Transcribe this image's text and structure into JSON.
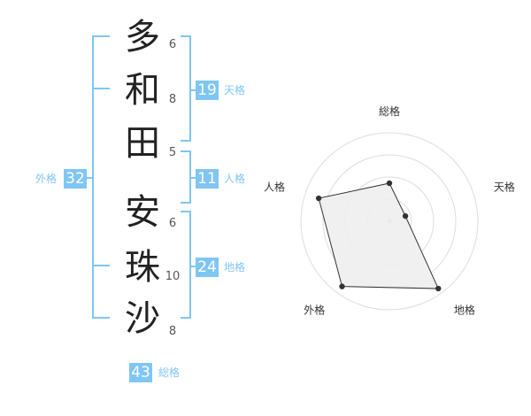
{
  "name": {
    "chars": [
      "多",
      "和",
      "田",
      "安",
      "珠",
      "沙"
    ],
    "strokes": [
      "6",
      "8",
      "5",
      "6",
      "10",
      "8"
    ]
  },
  "fortune": {
    "tenkaku": {
      "value": "19",
      "label": "天格"
    },
    "jinkaku": {
      "value": "11",
      "label": "人格"
    },
    "chikaku": {
      "value": "24",
      "label": "地格"
    },
    "gaikaku": {
      "value": "32",
      "label": "外格"
    },
    "soukaku": {
      "value": "43",
      "label": "総格"
    }
  },
  "radar": {
    "axes": [
      "総格",
      "天格",
      "地格",
      "外格",
      "人格"
    ],
    "levels": 4,
    "values": [
      0.43,
      0.19,
      0.94,
      0.91,
      0.84
    ],
    "fill_color": "#eeeeee",
    "line_color": "#333333"
  },
  "colors": {
    "accent": "#7fc6f4"
  }
}
